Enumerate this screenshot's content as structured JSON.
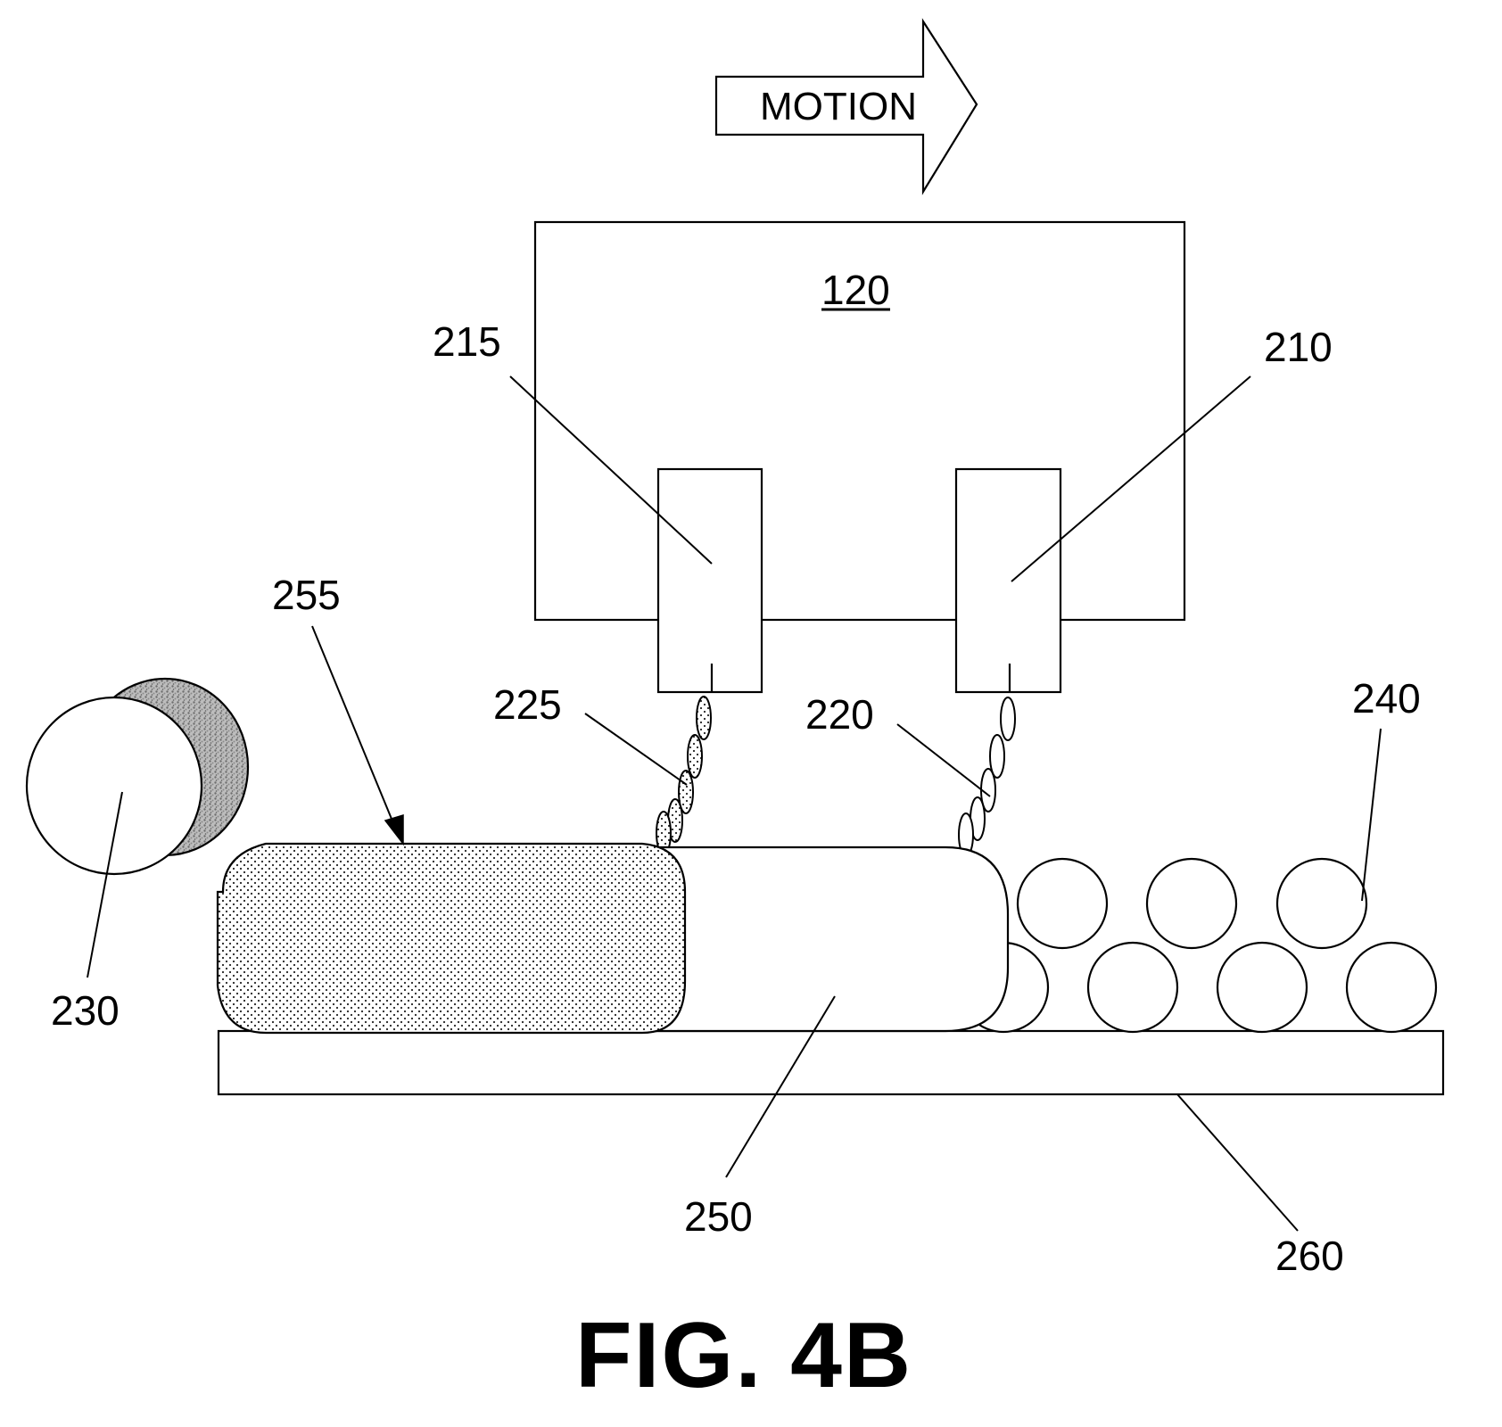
{
  "figure": {
    "title": "FIG. 4B",
    "motion_label": "MOTION",
    "labels": {
      "housing": "120",
      "head_right": "210",
      "head_left": "215",
      "droplets_right": "220",
      "droplets_left": "225",
      "roller": "230",
      "particles": "240",
      "layer": "250",
      "treated_region": "255",
      "platform": "260"
    }
  }
}
